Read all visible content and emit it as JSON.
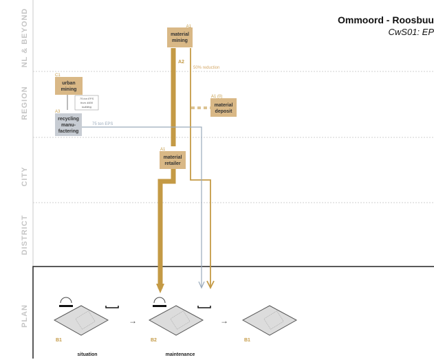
{
  "header": {
    "title": "Ommoord - Roosbuu",
    "subtitle": "CwS01: EP"
  },
  "scales": [
    "NL & BEYOND",
    "REGION",
    "CITY",
    "DISTRICT",
    "PLAN"
  ],
  "nodes": {
    "material_mining": {
      "lines": [
        "material",
        "mining"
      ],
      "code": "A1"
    },
    "urban_mining": {
      "lines": [
        "urban",
        "mining"
      ],
      "code": "C1"
    },
    "recycling": {
      "lines": [
        "recycling",
        "manu-",
        "factering"
      ],
      "code": "A3"
    },
    "material_deposit": {
      "lines": [
        "material",
        "deposit"
      ],
      "code": "A1 (0)"
    },
    "material_retailer": {
      "lines": [
        "material",
        "retailer"
      ],
      "code": "A1"
    }
  },
  "flow_labels": {
    "a2": "A2",
    "reduction": "50% reduction",
    "recycling_flow": "75 ton EPS",
    "urban_note": [
      "75 ton EPS",
      "from 4600",
      "building"
    ]
  },
  "stages": [
    {
      "code": "B1",
      "label": "situation"
    },
    {
      "code": "B2",
      "label": "maintenance"
    },
    {
      "code": "B1",
      "label": ""
    }
  ],
  "colors": {
    "flow_main": "#c49a45",
    "flow_light": "#d4a868",
    "node_fill": "#d9b886",
    "node_grey": "#c7ccd3",
    "recycle_line": "#9aaabb",
    "scale_text": "#c6c6c6",
    "grid": "#cfcfcf"
  }
}
